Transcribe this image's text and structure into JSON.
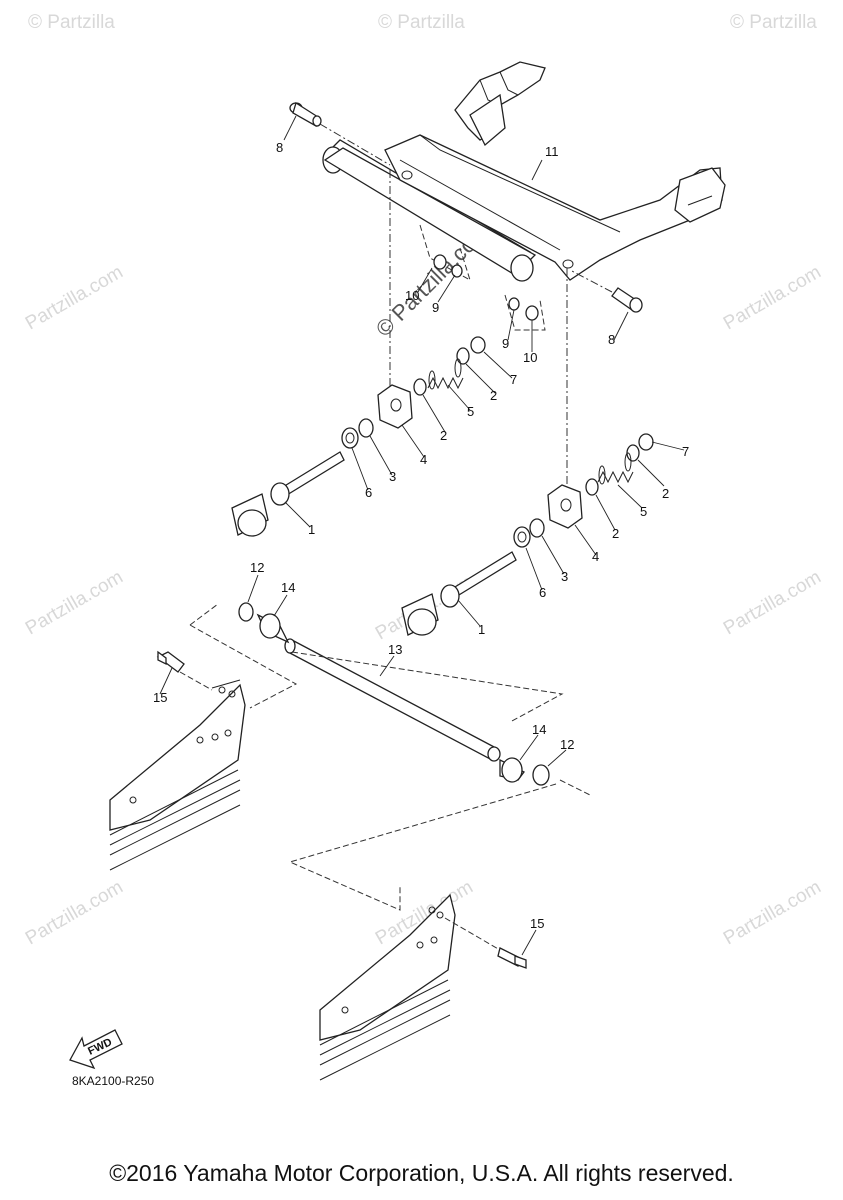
{
  "watermarks": {
    "corner_text": "© Partzilla",
    "diagonal_text": "Partzilla.com",
    "main_text": "© Partzilla.com"
  },
  "diagram_code": "8KA2100-R250",
  "fwd_label": "FWD",
  "copyright": "©2016 Yamaha Motor Corporation, U.S.A. All rights reserved.",
  "callouts": {
    "c8a": "8",
    "c11": "11",
    "c10a": "10",
    "c9a": "9",
    "c9b": "9",
    "c10b": "10",
    "c8b": "8",
    "c7a": "7",
    "c2a": "2",
    "c5a": "5",
    "c2b": "2",
    "c4a": "4",
    "c3a": "3",
    "c6a": "6",
    "c1a": "1",
    "c7b": "7",
    "c2c": "2",
    "c5b": "5",
    "c2d": "2",
    "c4b": "4",
    "c3b": "3",
    "c6b": "6",
    "c1b": "1",
    "c12a": "12",
    "c14a": "14",
    "c13": "13",
    "c15a": "15",
    "c14b": "14",
    "c12b": "12",
    "c15b": "15"
  }
}
